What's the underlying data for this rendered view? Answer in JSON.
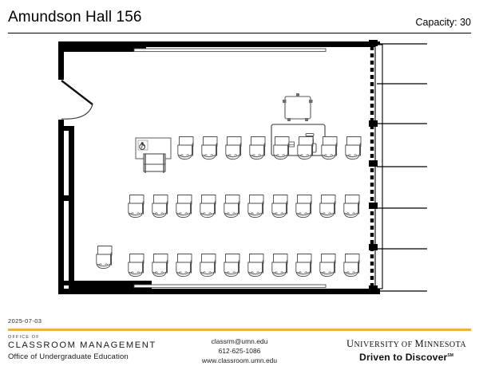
{
  "header": {
    "room_title": "Amundson Hall 156",
    "capacity_label": "Capacity: 30"
  },
  "plan": {
    "date_stamp": "2025-07-03",
    "accent_color": "#e8b33f",
    "line_color": "#000000",
    "wall_fill": "#000000",
    "furniture_stroke": "#555555",
    "elements": {
      "door_label": "door-swing",
      "teaching_station_label": "teaching-station",
      "projector_label": "ceiling-projector",
      "accessible_table_label": "accessible-table",
      "window_wall_label": "window-wall",
      "whiteboard_top_label": "whiteboard-front",
      "whiteboard_bottom_label": "whiteboard-rear"
    },
    "seating": {
      "row_1_chairs": 8,
      "row_2_chairs": 10,
      "row_3_chairs": 10,
      "loose_chairs": 2,
      "accessible_stations": 1
    },
    "window_markers": 7
  },
  "footer": {
    "brand_eyebrow": "OFFICE OF",
    "brand_main": "CLASSROOM MANAGEMENT",
    "brand_sub": "Office of Undergraduate Education",
    "contact": [
      "classrm@umn.edu",
      "612-625-1086",
      "www.classroom.umn.edu"
    ],
    "umn_wordmark_part1": "U",
    "umn_wordmark_part2": "NIVERSITY OF ",
    "umn_wordmark_part3": "M",
    "umn_wordmark_part4": "INNESOTA",
    "umn_tagline": "Driven to Discover",
    "umn_tagline_mark": "SM"
  }
}
